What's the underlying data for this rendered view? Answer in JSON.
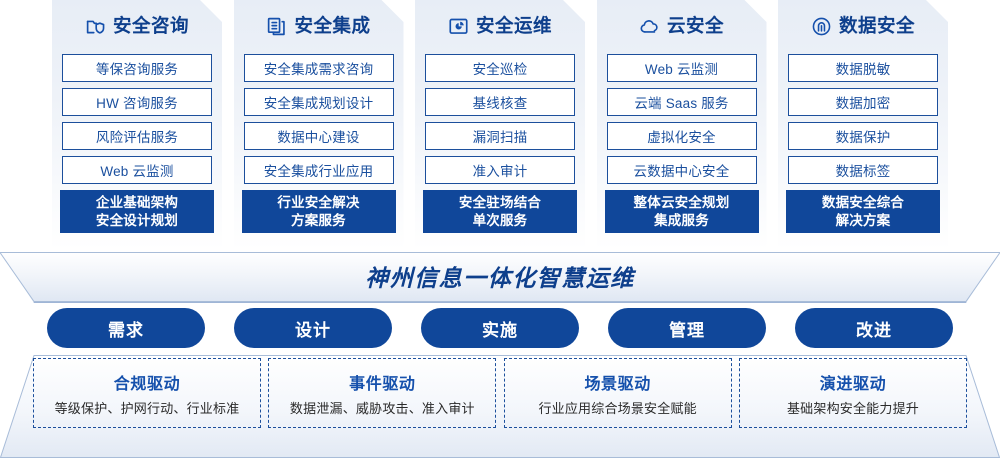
{
  "columns": [
    {
      "icon": "folder-shield-icon",
      "title": "安全咨询",
      "items": [
        "等保咨询服务",
        "HW 咨询服务",
        "风险评估服务",
        "Web 云监测"
      ],
      "footer_line1": "企业基础架构",
      "footer_line2": "安全设计规划"
    },
    {
      "icon": "documents-stack-icon",
      "title": "安全集成",
      "items": [
        "安全集成需求咨询",
        "安全集成规划设计",
        "数据中心建设",
        "安全集成行业应用"
      ],
      "footer_line1": "行业安全解决",
      "footer_line2": "方案服务"
    },
    {
      "icon": "monitor-chart-icon",
      "title": "安全运维",
      "items": [
        "安全巡检",
        "基线核查",
        "漏洞扫描",
        "准入审计"
      ],
      "footer_line1": "安全驻场结合",
      "footer_line2": "单次服务"
    },
    {
      "icon": "cloud-icon",
      "title": "云安全",
      "items": [
        "Web 云监测",
        "云端 Saas 服务",
        "虚拟化安全",
        "云数据中心安全"
      ],
      "footer_line1": "整体云安全规划",
      "footer_line2": "集成服务"
    },
    {
      "icon": "fingerprint-icon",
      "title": "数据安全",
      "items": [
        "数据脱敏",
        "数据加密",
        "数据保护",
        "数据标签"
      ],
      "footer_line1": "数据安全综合",
      "footer_line2": "解决方案"
    }
  ],
  "banner": {
    "title": "神州信息一体化智慧运维"
  },
  "pills": [
    {
      "label": "需求"
    },
    {
      "label": "设计"
    },
    {
      "label": "实施"
    },
    {
      "label": "管理"
    },
    {
      "label": "改进"
    }
  ],
  "drivers": [
    {
      "title": "合规驱动",
      "subtitle": "等级保护、护网行动、行业标准"
    },
    {
      "title": "事件驱动",
      "subtitle": "数据泄漏、威胁攻击、准入审计"
    },
    {
      "title": "场景驱动",
      "subtitle": "行业应用综合场景安全赋能"
    },
    {
      "title": "演进驱动",
      "subtitle": "基础架构安全能力提升"
    }
  ],
  "colors": {
    "brand_blue": "#10479a",
    "title_blue": "#0e3f8c",
    "outline_blue": "#1c4f9c",
    "panel_bg": "#eef2f8"
  }
}
